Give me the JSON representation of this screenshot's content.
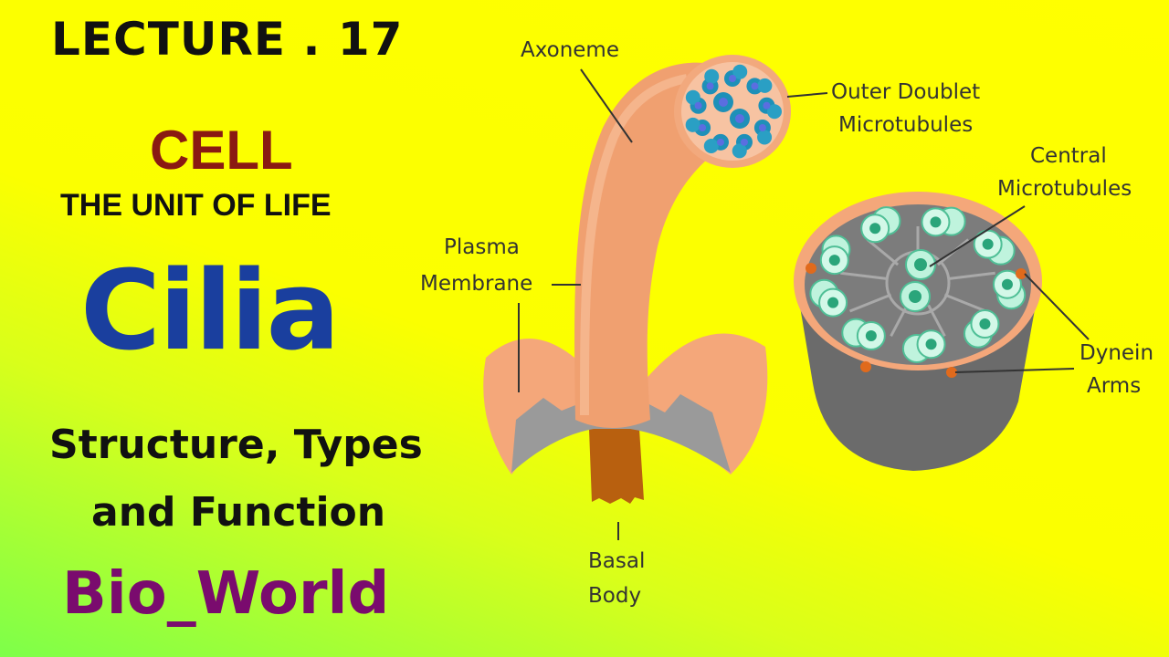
{
  "header": {
    "lecture": "LECTURE . 17",
    "chapter": "CELL",
    "chapter_subtitle": "THE UNIT OF LIFE"
  },
  "topic": {
    "title": "Cilia",
    "subtitle_line1": "Structure, Types",
    "subtitle_line2": "and Function"
  },
  "brand": "Bio_World",
  "diagram": {
    "labels": {
      "axoneme": "Axoneme",
      "outer_doublet_1": "Outer Doublet",
      "outer_doublet_2": "Microtubules",
      "central_1": "Central",
      "central_2": "Microtubules",
      "plasma_1": "Plasma",
      "plasma_2": "Membrane",
      "dynein_1": "Dynein",
      "dynein_2": "Arms",
      "basal_1": "Basal",
      "basal_2": "Body"
    }
  },
  "colors": {
    "background": "#ffff00",
    "cilia_title": "#1a3f9e",
    "cell_title": "#8a1a12",
    "brand": "#7a0b6e",
    "membrane": "#f4a77a",
    "microtubule_blue": "#1e90b8",
    "microtubule_mint": "#9fe8cc",
    "cross_section_gray": "#6b6b6b"
  }
}
